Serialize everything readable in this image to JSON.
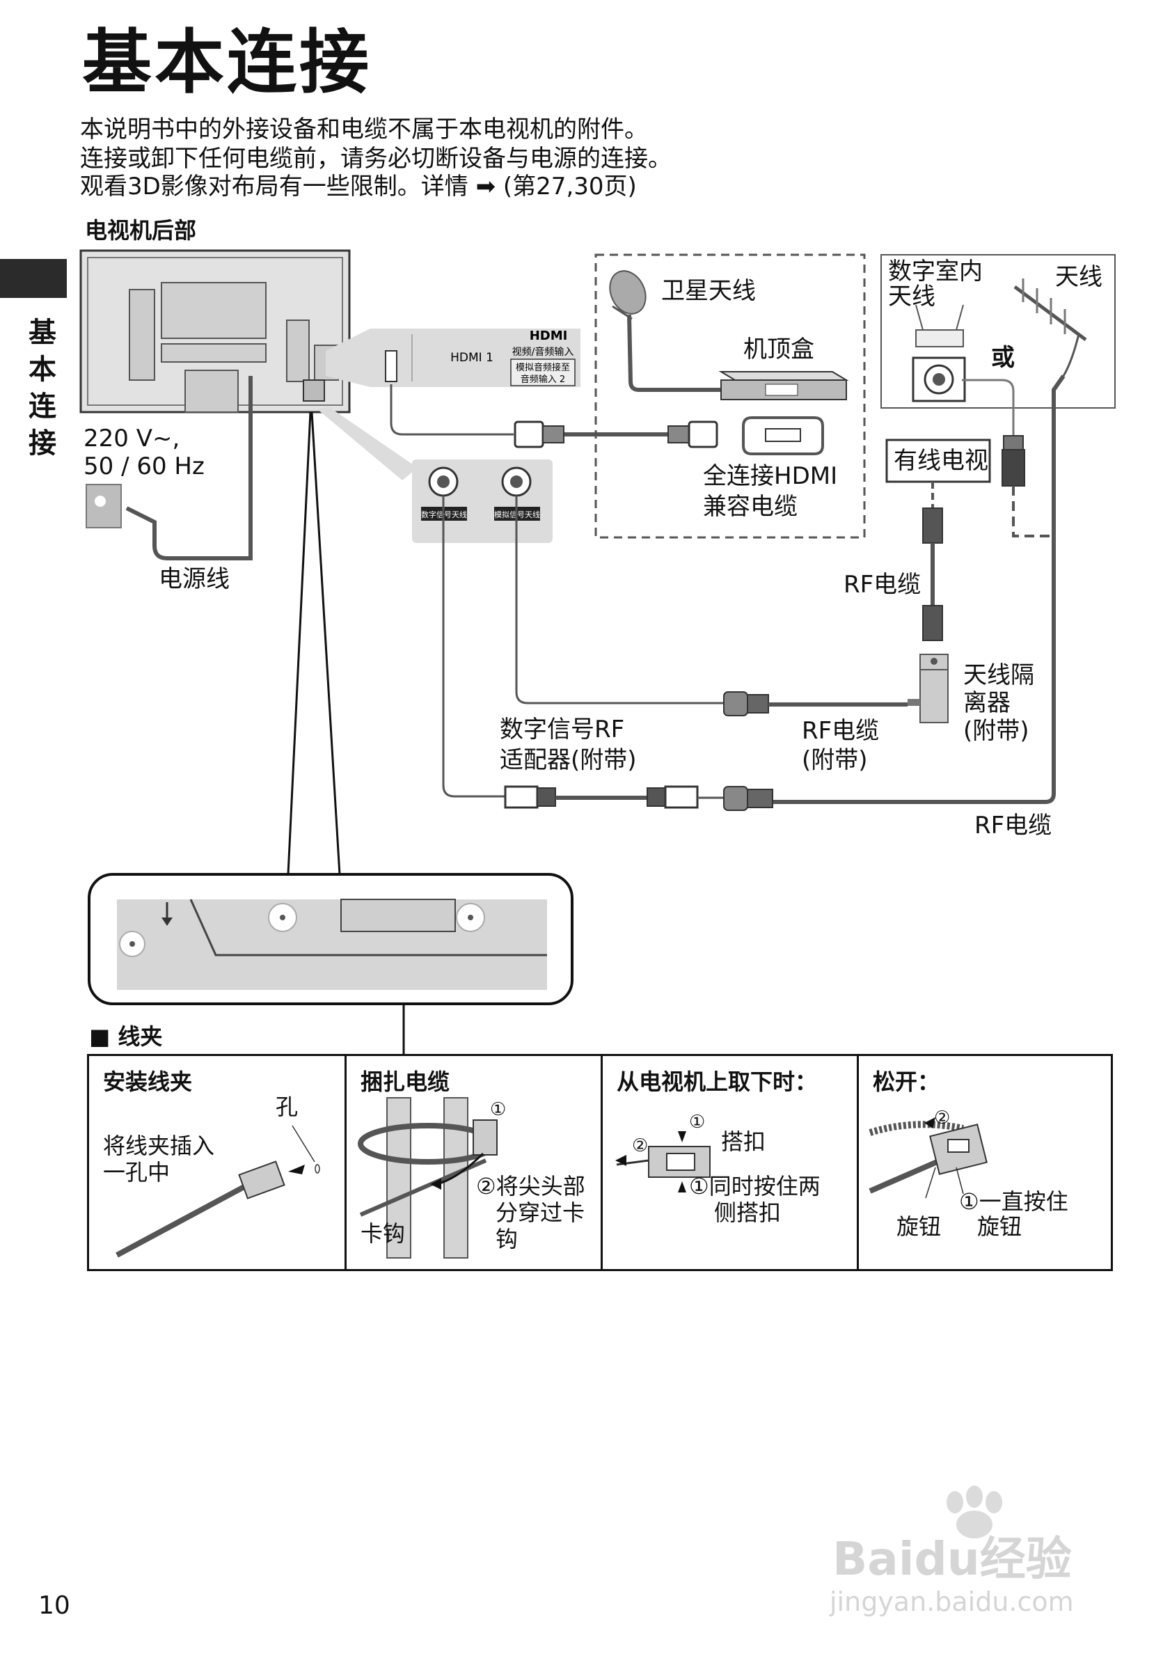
{
  "title": "基本连接",
  "intro": [
    "本说明书中的外接设备和电缆不属于本电视机的附件。",
    "连接或卸下任何电缆前，请务必切断设备与电源的连接。",
    "观看3D影像对布局有一些限制。详情 ➡ (第27,30页)"
  ],
  "side_label": [
    "基",
    "本",
    "连",
    "接"
  ],
  "page_number": "10",
  "diagram": {
    "tv_rear_label": "电视机后部",
    "power_spec": [
      "220 V~,",
      "50 / 60 Hz"
    ],
    "power_cord": "电源线",
    "hdmi_panel": {
      "logo": "HDMI",
      "port_name": "HDMI 1",
      "desc": "视频/音频输入",
      "note": [
        "模拟音频接至",
        "音频输入 2"
      ]
    },
    "rf_panel": {
      "port_digital": "数字信号天线",
      "port_analog": "模拟信号天线"
    },
    "satellite_antenna": "卫星天线",
    "set_top_box": "机顶盒",
    "hdmi_cable": [
      "全连接HDMI",
      "兼容电缆"
    ],
    "indoor_antenna": [
      "数字室内",
      "天线"
    ],
    "or": "或",
    "antenna": "天线",
    "cable_tv": "有线电视",
    "rf_cable": "RF电缆",
    "splitter": [
      "天线隔",
      "离器",
      "(附带)"
    ],
    "rf_adapter": [
      "数字信号RF",
      "适配器(附带)"
    ],
    "rf_cable_supplied": [
      "RF电缆",
      "(附带)"
    ],
    "rf_cable_bottom": "RF电缆"
  },
  "clamp_section": {
    "heading": "■ 线夹",
    "cells": [
      {
        "title": "安装线夹",
        "labels": [
          "孔",
          "将线夹插入",
          "一孔中"
        ]
      },
      {
        "title": "捆扎电缆",
        "labels": [
          "①",
          "②将尖头部",
          "分穿过卡",
          "钩",
          "卡钩"
        ]
      },
      {
        "title": "从电视机上取下时：",
        "labels": [
          "①",
          "搭扣",
          "②",
          "①同时按住两",
          "侧搭扣"
        ]
      },
      {
        "title": "松开：",
        "labels": [
          "②",
          "①一直按住",
          "旋钮",
          "旋钮"
        ]
      }
    ]
  },
  "watermark": {
    "brand": "Baidu经验",
    "url": "jingyan.baidu.com"
  },
  "colors": {
    "cable": "#555555",
    "panel": "#dcdcdc",
    "tv_body": "#e2e2e2"
  }
}
